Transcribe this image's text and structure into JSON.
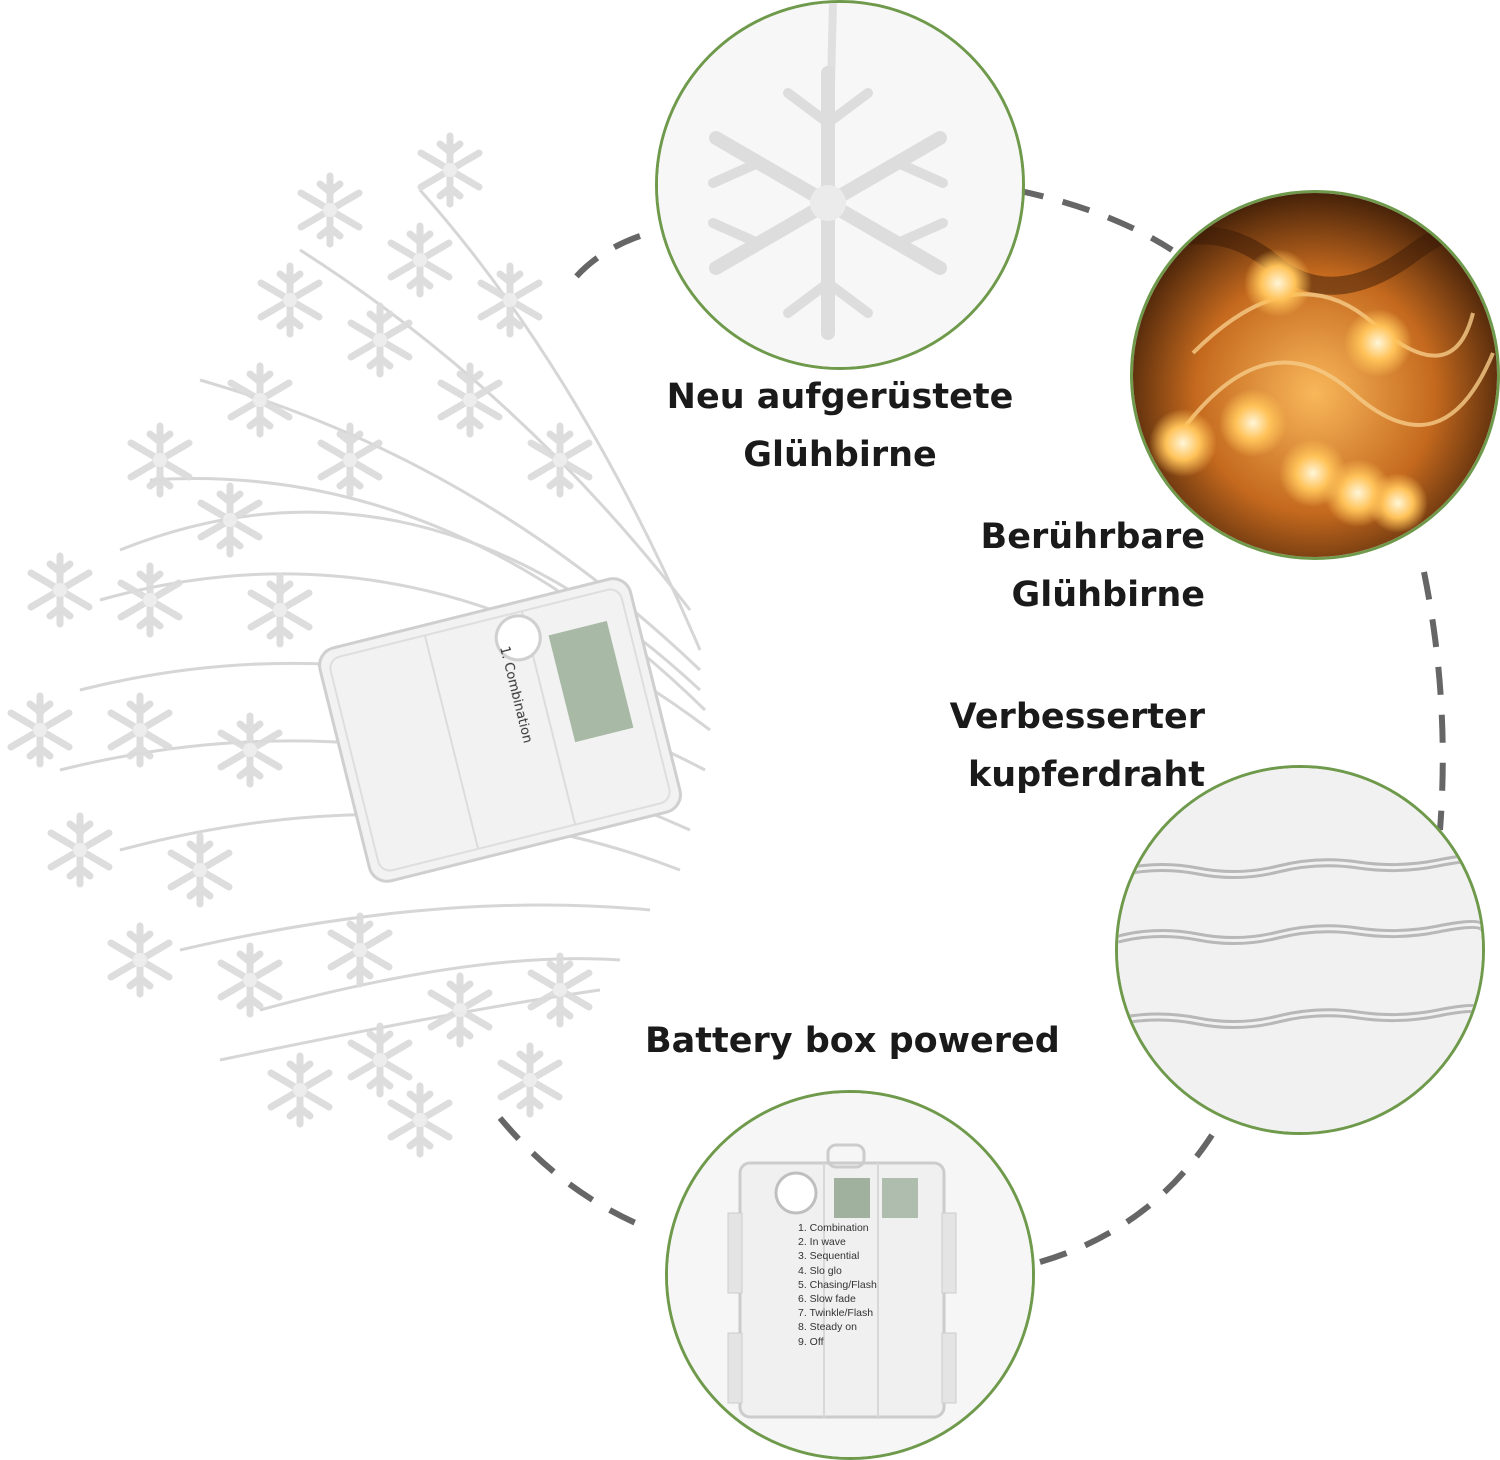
{
  "labels": {
    "bulb_upgraded": [
      "Neu aufgerüstete",
      "Glühbirne"
    ],
    "bulb_touchable": [
      "Berührbare",
      "Glühbirne"
    ],
    "copper_wire": [
      "Verbesserter",
      "kupferdraht"
    ],
    "battery": [
      "Battery box powered"
    ]
  },
  "battery_modes": [
    "1. Combination",
    "2. In wave",
    "3. Sequential",
    "4. Slo glo",
    "5. Chasing/Flash",
    "6. Slow fade",
    "7. Twinkle/Flash",
    "8. Steady on",
    "9. Off"
  ],
  "colors": {
    "circle_border": "#6f9a4c",
    "dash": "#666666",
    "warm_glow": "#f2a43a",
    "text": "#1a1a1a"
  }
}
